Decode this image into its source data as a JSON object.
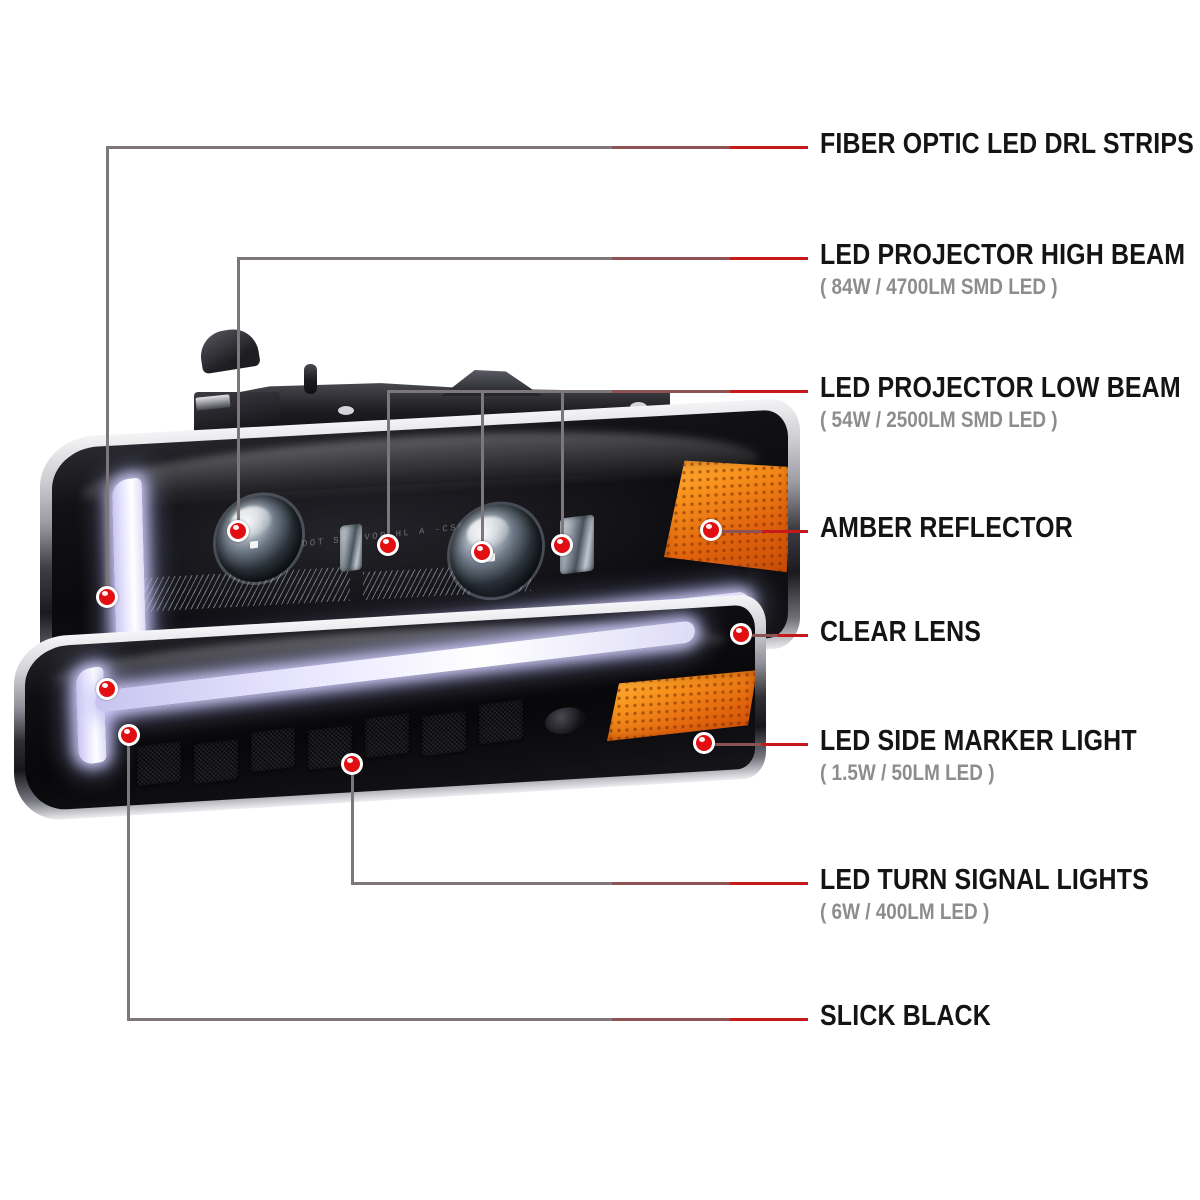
{
  "document": {
    "type": "product-feature-callout-diagram",
    "product": "LED projector headlight and bumper turn-signal light assembly",
    "background_color": "#ffffff",
    "accent_color": "#c61a1a",
    "label_color": "#141414",
    "sublabel_color": "#8d8d8d",
    "leader_color": "#7d767b",
    "marker_color": "#e10f12"
  },
  "callouts": [
    {
      "id": "fiber-optic-led-drl-strips",
      "title": "FIBER OPTIC LED DRL STRIPS",
      "sub": ""
    },
    {
      "id": "led-projector-high-beam",
      "title": "LED PROJECTOR HIGH BEAM",
      "sub": "( 84W / 4700LM SMD LED )"
    },
    {
      "id": "led-projector-low-beam",
      "title": "LED PROJECTOR LOW BEAM",
      "sub": "( 54W / 2500LM SMD LED )"
    },
    {
      "id": "amber-reflector",
      "title": "AMBER REFLECTOR",
      "sub": ""
    },
    {
      "id": "clear-lens",
      "title": "CLEAR LENS",
      "sub": ""
    },
    {
      "id": "led-side-marker-light",
      "title": "LED SIDE MARKER LIGHT",
      "sub": "( 1.5W / 50LM LED )"
    },
    {
      "id": "led-turn-signal-lights",
      "title": "LED TURN SIGNAL LIGHTS",
      "sub": "( 6W / 400LM LED )"
    },
    {
      "id": "slick-black",
      "title": "SLICK BLACK",
      "sub": ""
    }
  ],
  "product_art": {
    "lens_etched_text": "DOT SAE VOR HL  A    -CS0908H  22",
    "upper_unit": "headlight with high beam, low beam, DRL strip and amber corner reflector",
    "lower_unit": "bumper light with DRL strip, LED turn signal modules and amber side marker",
    "drl_glow_color": "#e9e6ff",
    "amber_color": "#f8921c",
    "housing_color": "#141418"
  }
}
